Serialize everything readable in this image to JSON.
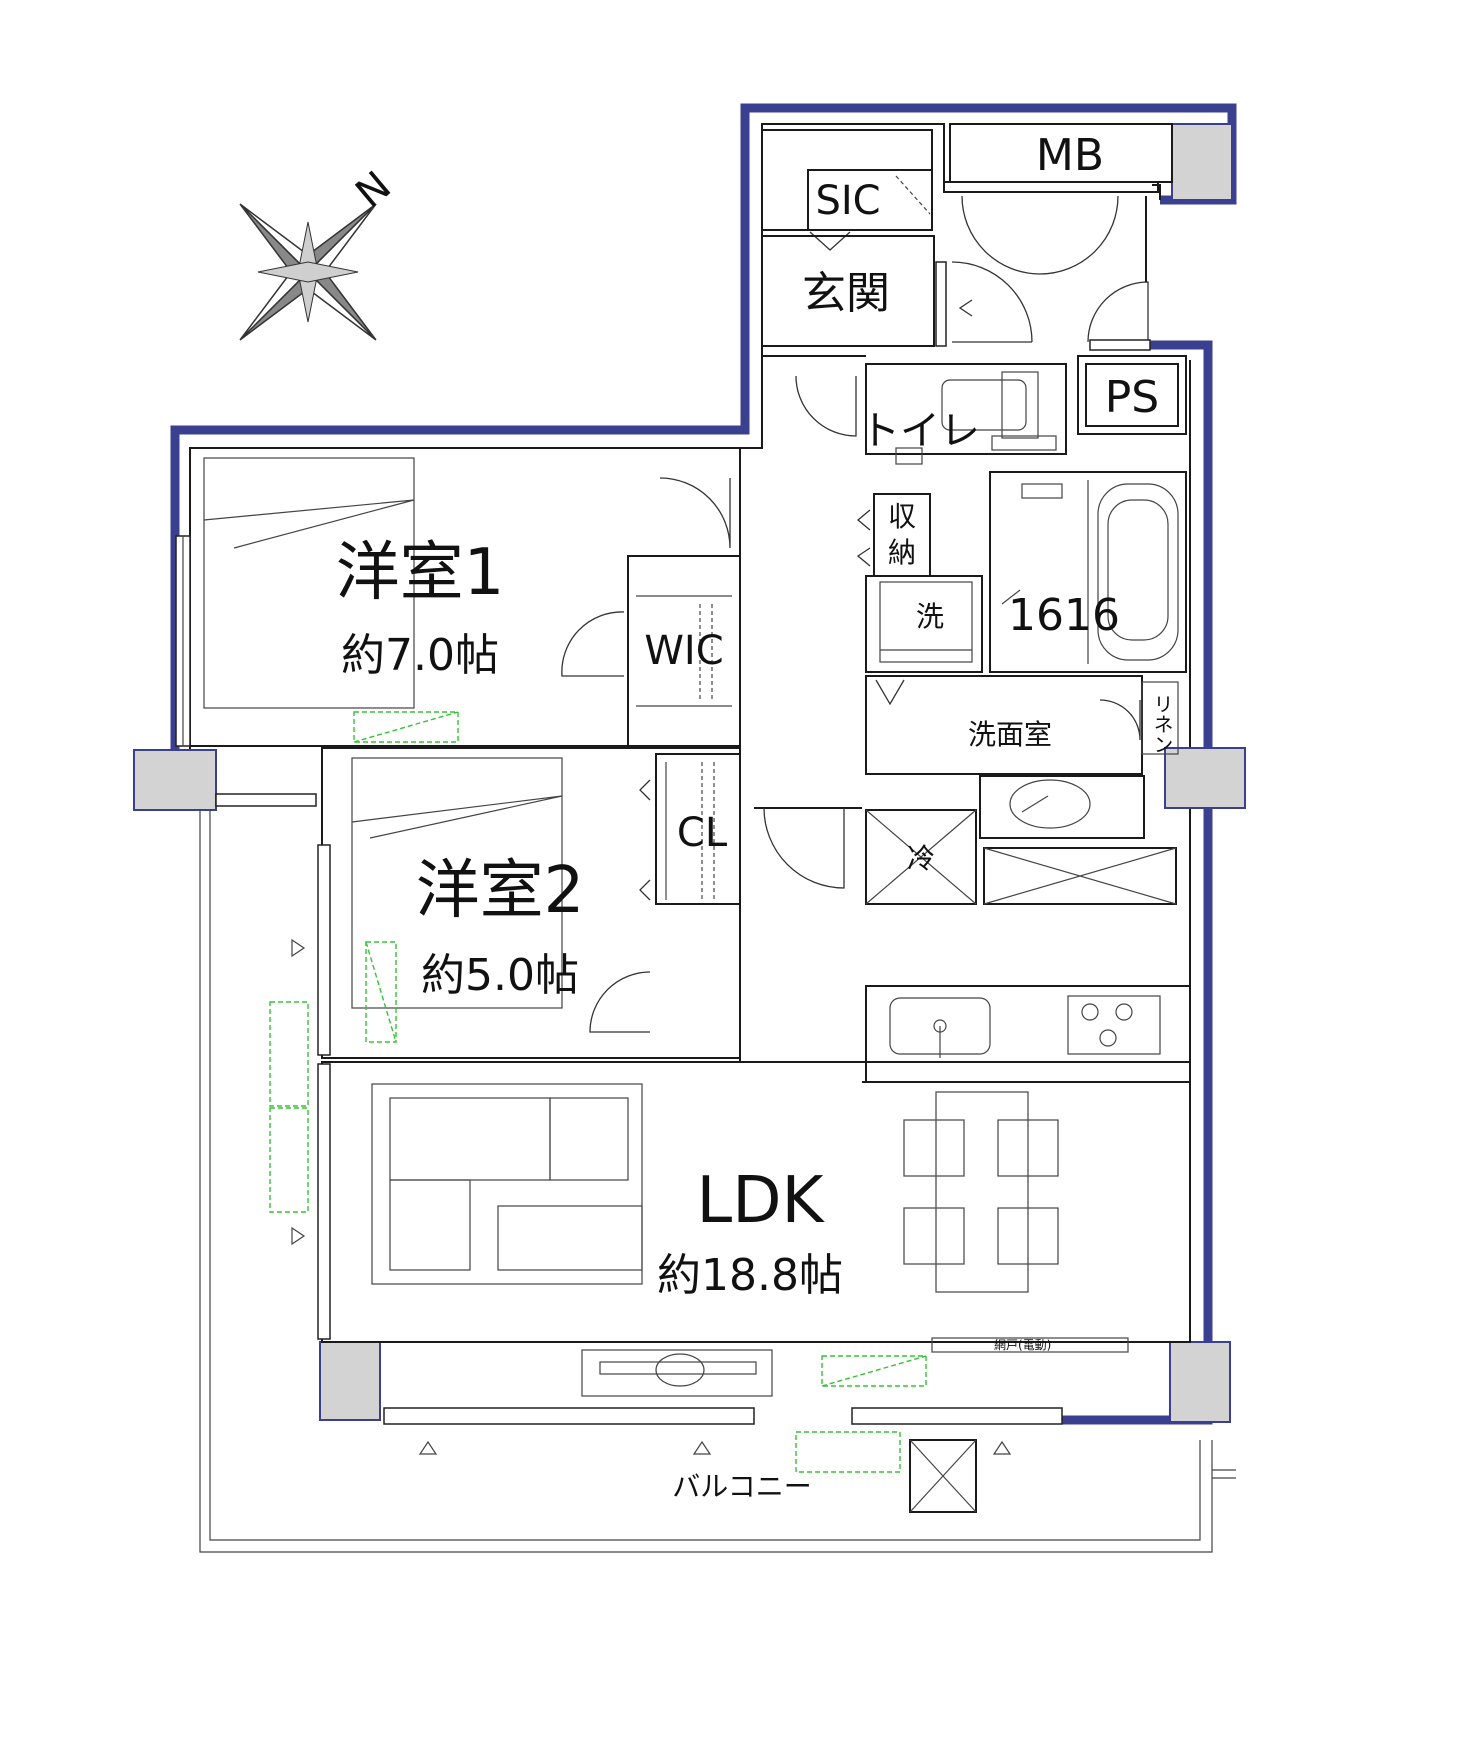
{
  "compass": {
    "north": "N"
  },
  "rooms": {
    "room1": {
      "name": "洋室1",
      "size": "約7.0帖"
    },
    "room2": {
      "name": "洋室2",
      "size": "約5.0帖"
    },
    "ldk": {
      "name": "LDK",
      "size": "約18.8帖"
    },
    "wic": "WIC",
    "cl": "CL",
    "sic": "SIC",
    "mb": "MB",
    "ps": "PS",
    "genkan": "玄関",
    "toilet": "トイレ",
    "storage_top": "収",
    "storage_bottom": "納",
    "washer": "洗",
    "bath": "1616",
    "washroom": "洗面室",
    "linen": "リネン",
    "fridge": "冷",
    "screen": "網戸(電動)",
    "balcony": "バルコニー"
  }
}
